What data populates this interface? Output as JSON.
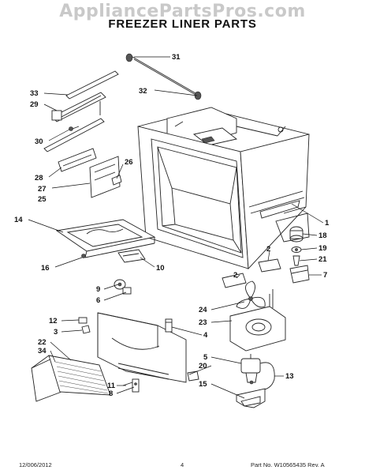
{
  "watermark": "AppliancePartsPros.com",
  "title": "FREEZER LINER PARTS",
  "footer": {
    "date": "12/006/2012",
    "page": "4",
    "part_number": "Part No. W10565435  Rev. A"
  },
  "callouts": [
    "31",
    "32",
    "33",
    "29",
    "30",
    "28",
    "27",
    "25",
    "26",
    "14",
    "16",
    "10",
    "9",
    "6",
    "12",
    "3",
    "22",
    "34",
    "8",
    "11",
    "4",
    "2",
    "24",
    "23",
    "1",
    "18",
    "19",
    "21",
    "7",
    "5",
    "20",
    "15",
    "13"
  ],
  "colors": {
    "ink": "#222222",
    "watermark": "#c9c9c9"
  }
}
